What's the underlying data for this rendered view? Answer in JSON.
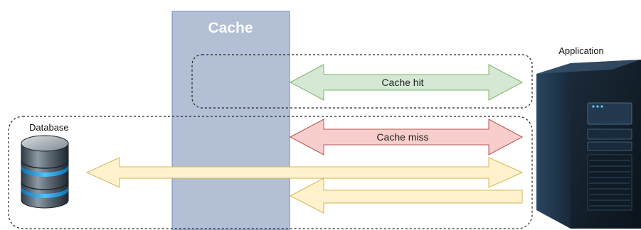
{
  "diagram": {
    "cache_label": "Cache",
    "application_label": "Application",
    "database_label": "Database",
    "arrows": {
      "hit_label": "Cache hit",
      "miss_label": "Cache miss"
    },
    "icons": {
      "application": "server-tower-icon",
      "database": "database-cylinder-icon"
    },
    "colors": {
      "cache_fill": "#b2bfd4",
      "cache_stroke": "#6c8ebf",
      "hit_fill": "#d5e8d4",
      "hit_stroke": "#82b366",
      "miss_fill": "#f8cecc",
      "miss_stroke": "#b85450",
      "data_fill": "#fff2cc",
      "data_stroke": "#d6b656"
    }
  }
}
